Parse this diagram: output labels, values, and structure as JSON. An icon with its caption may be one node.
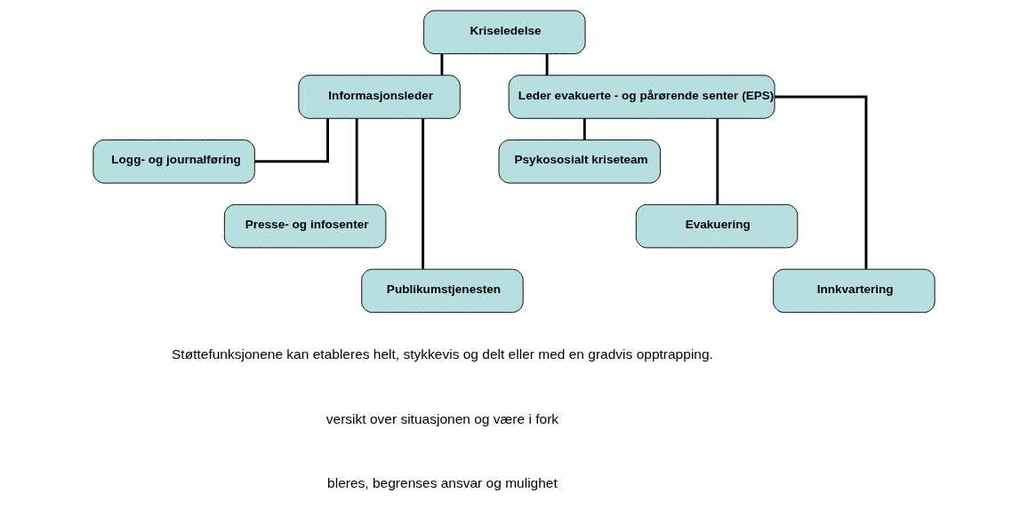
{
  "diagram": {
    "nodes": [
      {
        "text": [
          "Kriseledelse"
        ]
      },
      {
        "text": [
          "Informasjonsleder"
        ]
      },
      {
        "text": [
          "Leder evakuerte - og pårørende senter (EPS)"
        ]
      },
      {
        "text": [
          "Logg- og journalføring"
        ]
      },
      {
        "text": [
          "Presse- og infosenter"
        ]
      },
      {
        "text": [
          "Publikumstjenesten"
        ]
      },
      {
        "text": [
          "Psykososialt kriseteam"
        ]
      },
      {
        "text": [
          "Evakuering"
        ]
      },
      {
        "text": [
          "Innkvartering"
        ]
      }
    ],
    "edges": [
      {
        "from": 0,
        "to": 1,
        "arrow": "none"
      },
      {
        "from": 0,
        "to": 2,
        "arrow": "none"
      },
      {
        "from": 1,
        "to": 3,
        "arrow": "none"
      },
      {
        "from": 1,
        "to": 4,
        "arrow": "none"
      },
      {
        "from": 1,
        "to": 5,
        "arrow": "none"
      },
      {
        "from": 2,
        "to": 6,
        "arrow": "none"
      },
      {
        "from": 2,
        "to": 7,
        "arrow": "none"
      },
      {
        "from": 2,
        "to": 8,
        "arrow": "none"
      }
    ],
    "labels": [
      "Støttefunksjonene kan etableres helt, stykkevis og delt eller med en gradvis opptrapping.",
      "versikt over situasjonen og være i fork",
      "bleres, begrenses ansvar og mulighet"
    ]
  }
}
